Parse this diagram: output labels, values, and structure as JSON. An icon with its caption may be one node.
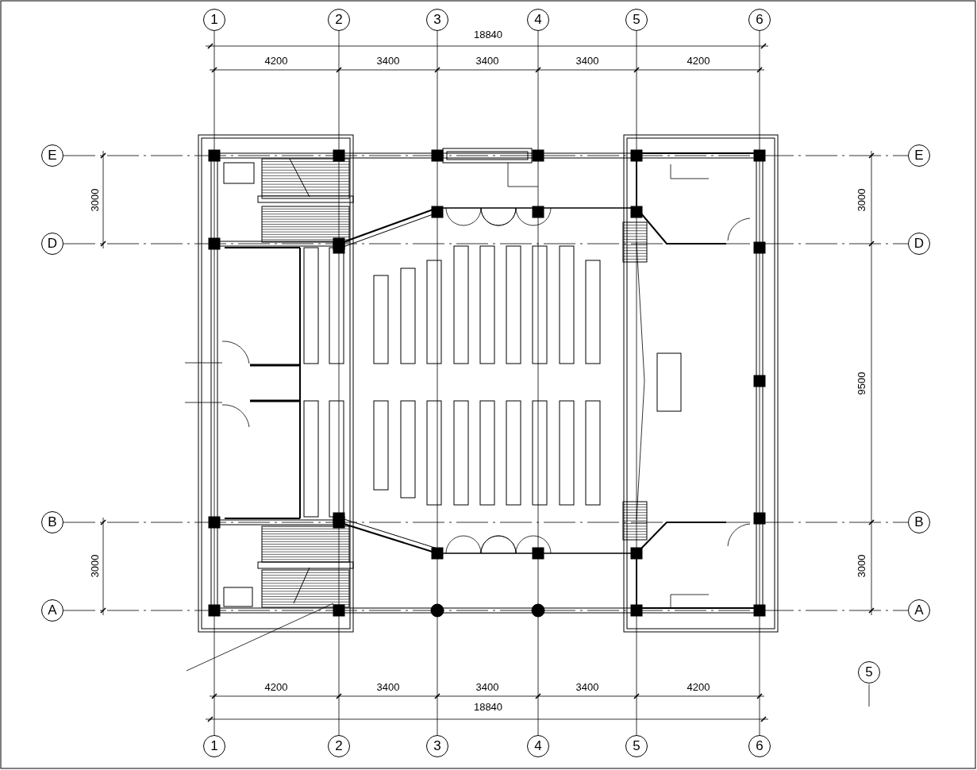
{
  "diagram": {
    "nodes": [
      {
        "text": [
          "1"
        ]
      },
      {
        "text": [
          "2"
        ]
      },
      {
        "text": [
          "3"
        ]
      },
      {
        "text": [
          "4"
        ]
      },
      {
        "text": [
          "5"
        ]
      },
      {
        "text": [
          "6"
        ]
      },
      {
        "text": [
          "E"
        ]
      },
      {
        "text": [
          "E"
        ]
      },
      {
        "text": [
          "D"
        ]
      },
      {
        "text": [
          "D"
        ]
      },
      {
        "text": [
          "B"
        ]
      },
      {
        "text": [
          "B"
        ]
      },
      {
        "text": [
          "A"
        ]
      },
      {
        "text": [
          "A"
        ]
      },
      {
        "text": [
          "5"
        ]
      },
      {
        "text": [
          "1"
        ]
      },
      {
        "text": [
          "2"
        ]
      },
      {
        "text": [
          "3"
        ]
      },
      {
        "text": [
          "4"
        ]
      },
      {
        "text": [
          "5"
        ]
      },
      {
        "text": [
          "6"
        ]
      }
    ],
    "labels": [
      "18840",
      "4200",
      "3400",
      "3400",
      "3400",
      "4200",
      "3000",
      "3000",
      "9500",
      "3000",
      "3000",
      "4200",
      "3400",
      "3400",
      "3400",
      "4200",
      "18840"
    ]
  }
}
